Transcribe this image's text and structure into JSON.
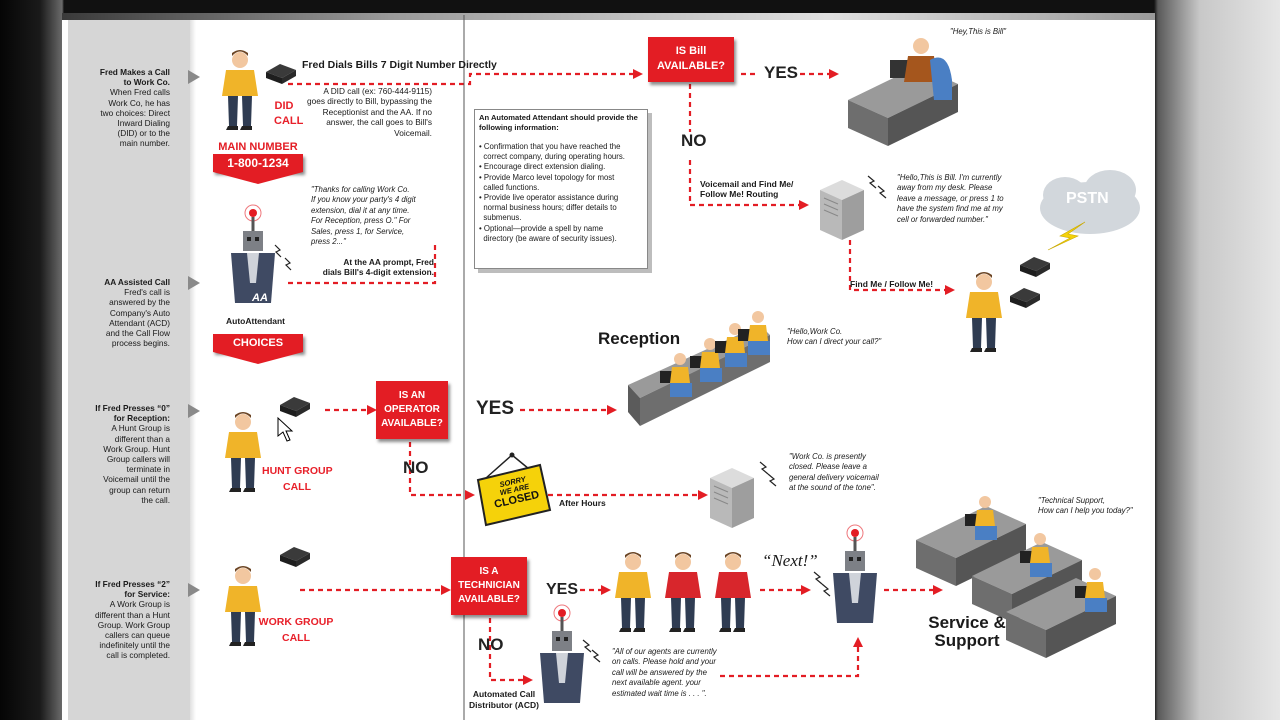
{
  "colors": {
    "accent_red": "#e31d24",
    "sidebar_gray": "#d6d6d6",
    "shirt_yellow": "#f0b429",
    "shirt_red": "#d8262c",
    "pants_navy": "#2f3c52",
    "server_gray": "#b9b9b9",
    "desk_gray": "#6e6e6e",
    "sign_yellow": "#f5d20a",
    "cloud_gray": "#d2d7dc"
  },
  "sidebar": {
    "row1": {
      "heading_1": "Fred Makes a Call",
      "heading_2": "to Work Co.",
      "body_1": "When Fred calls",
      "body_2": "Work Co, he has",
      "body_3": "two choices: Direct",
      "body_4": "Inward Dialing",
      "body_5": "(DID) or to the",
      "body_6": "main number."
    },
    "row2": {
      "heading": "AA Assisted Call",
      "body_1": "Fred's call is",
      "body_2": "answered by the",
      "body_3": "Company's Auto",
      "body_4": "Attendant (ACD)",
      "body_5": "and the Call Flow",
      "body_6": "process begins."
    },
    "row3": {
      "heading_1": "If Fred Presses “0”",
      "heading_2": "for Reception:",
      "body_1": "A Hunt Group is",
      "body_2": "different than a",
      "body_3": "Work Group. Hunt",
      "body_4": "Group callers will",
      "body_5": "terminate in",
      "body_6": "Voicemail until the",
      "body_7": "group can return",
      "body_8": "the call."
    },
    "row4": {
      "heading_1": "If Fred Presses “2”",
      "heading_2": "for Service:",
      "body_1": "A Work Group is",
      "body_2": "different than a Hunt",
      "body_3": "Group. Work Group",
      "body_4": "callers can queue",
      "body_5": "indefinitely until the",
      "body_6": "call is completed."
    }
  },
  "did": {
    "dial_label": "Fred Dials Bills 7 Digit Number Directly",
    "did_label_1": "DID",
    "did_label_2": "CALL",
    "desc_1": "A DID call (ex: 760-444-9115)",
    "desc_2": "goes directly to Bill, bypassing the",
    "desc_3": "Receptionist and the AA.  If no",
    "desc_4": "answer, the call goes to Bill's",
    "desc_5": "Voicemail."
  },
  "main_number": {
    "label": "MAIN NUMBER",
    "number": "1-800-1234"
  },
  "aa": {
    "greeting_1": "\"Thanks for calling Work Co.",
    "greeting_2": "If you know your party's 4 digit",
    "greeting_3": "extension, dial it at any time.",
    "greeting_4": "For Reception, press O.\"  For",
    "greeting_5": "Sales, press 1, for Service,",
    "greeting_6": "press 2...\"",
    "prompt_1": "At the AA prompt, Fred",
    "prompt_2": "dials Bill's 4-digit extension.",
    "robot_badge": "AA",
    "device_label": "AutoAttendant",
    "choices": "CHOICES"
  },
  "info_box": {
    "title_1": "An Automated Attendant should provide the",
    "title_2": "following information:",
    "item_1a": "Confirmation that you have reached the",
    "item_1b": "correct company, during operating hours.",
    "item_2a": "Encourage direct extension dialing.",
    "item_3a": "Provide Marco level topology for most",
    "item_3b": "called functions.",
    "item_4a": "Provide live operator assistance during",
    "item_4b": "normal business hours; differ details to",
    "item_4c": "submenus.",
    "item_5a": "Optional—provide a spell by name",
    "item_5b": "directory (be aware of security issues)."
  },
  "bill": {
    "question_1": "IS Bill",
    "question_2": "AVAILABLE?",
    "yes": "YES",
    "no": "NO",
    "greeting": "\"Hey,This is Bill\"",
    "vm_route_1": "Voicemail and Find Me/",
    "vm_route_2": "Follow Me! Routing",
    "vm_msg_1": "\"Hello,This is Bill.  I'm currently",
    "vm_msg_2": "away from my desk.  Please",
    "vm_msg_3": "leave a message, or press  1 to",
    "vm_msg_4": "have the system find me at my",
    "vm_msg_5": "cell or forwarded number.\"",
    "find_me": "Find Me / Follow Me!",
    "pstn": "PSTN"
  },
  "reception": {
    "title": "Reception",
    "greeting_1": "\"Hello,Work Co.",
    "greeting_2": "How can I direct your call?\""
  },
  "operator": {
    "question_1": "IS AN",
    "question_2": "OPERATOR",
    "question_3": "AVAILABLE?",
    "yes": "YES",
    "no": "NO",
    "hunt_1": "HUNT GROUP",
    "hunt_2": "CALL",
    "sign_1": "SORRY",
    "sign_2": "WE ARE",
    "sign_3": "CLOSED",
    "after_hours": "After Hours",
    "closed_msg_1": "\"Work Co. is presently",
    "closed_msg_2": "closed.  Please leave a",
    "closed_msg_3": "general delivery voicemail",
    "closed_msg_4": "at the sound of the tone\"."
  },
  "service": {
    "work_1": "WORK GROUP",
    "work_2": "CALL",
    "question_1": "IS A",
    "question_2": "TECHNICIAN",
    "question_3": "AVAILABLE?",
    "yes": "YES",
    "no": "NO",
    "next": "“Next!”",
    "support_greeting_1": "\"Technical Support,",
    "support_greeting_2": "How can I help you today?\"",
    "title_1": "Service &",
    "title_2": "Support",
    "acd_1": "Automated Call",
    "acd_2": "Distributor (ACD)",
    "hold_1": "\"All of our agents are currently",
    "hold_2": "on calls.  Please hold and your",
    "hold_3": "call will be answered by the",
    "hold_4": "next available agent.  your",
    "hold_5": "estimated wait time is . . . \"."
  }
}
